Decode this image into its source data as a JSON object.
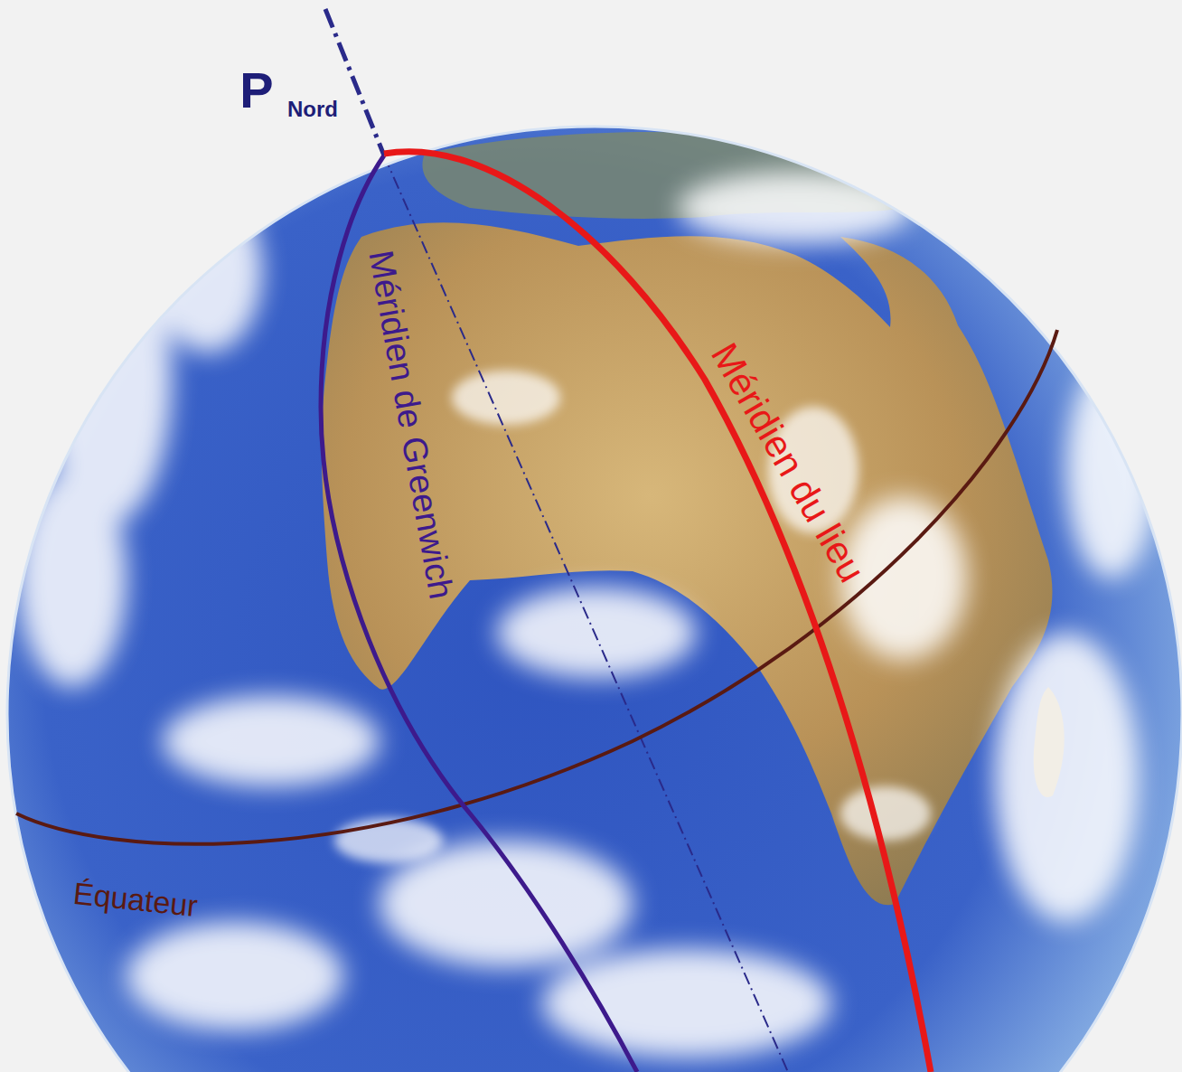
{
  "diagram": {
    "labels": [
      "P",
      "Nord",
      "Méridien de Greenwich",
      "Méridien du lieu",
      "Équateur"
    ]
  }
}
